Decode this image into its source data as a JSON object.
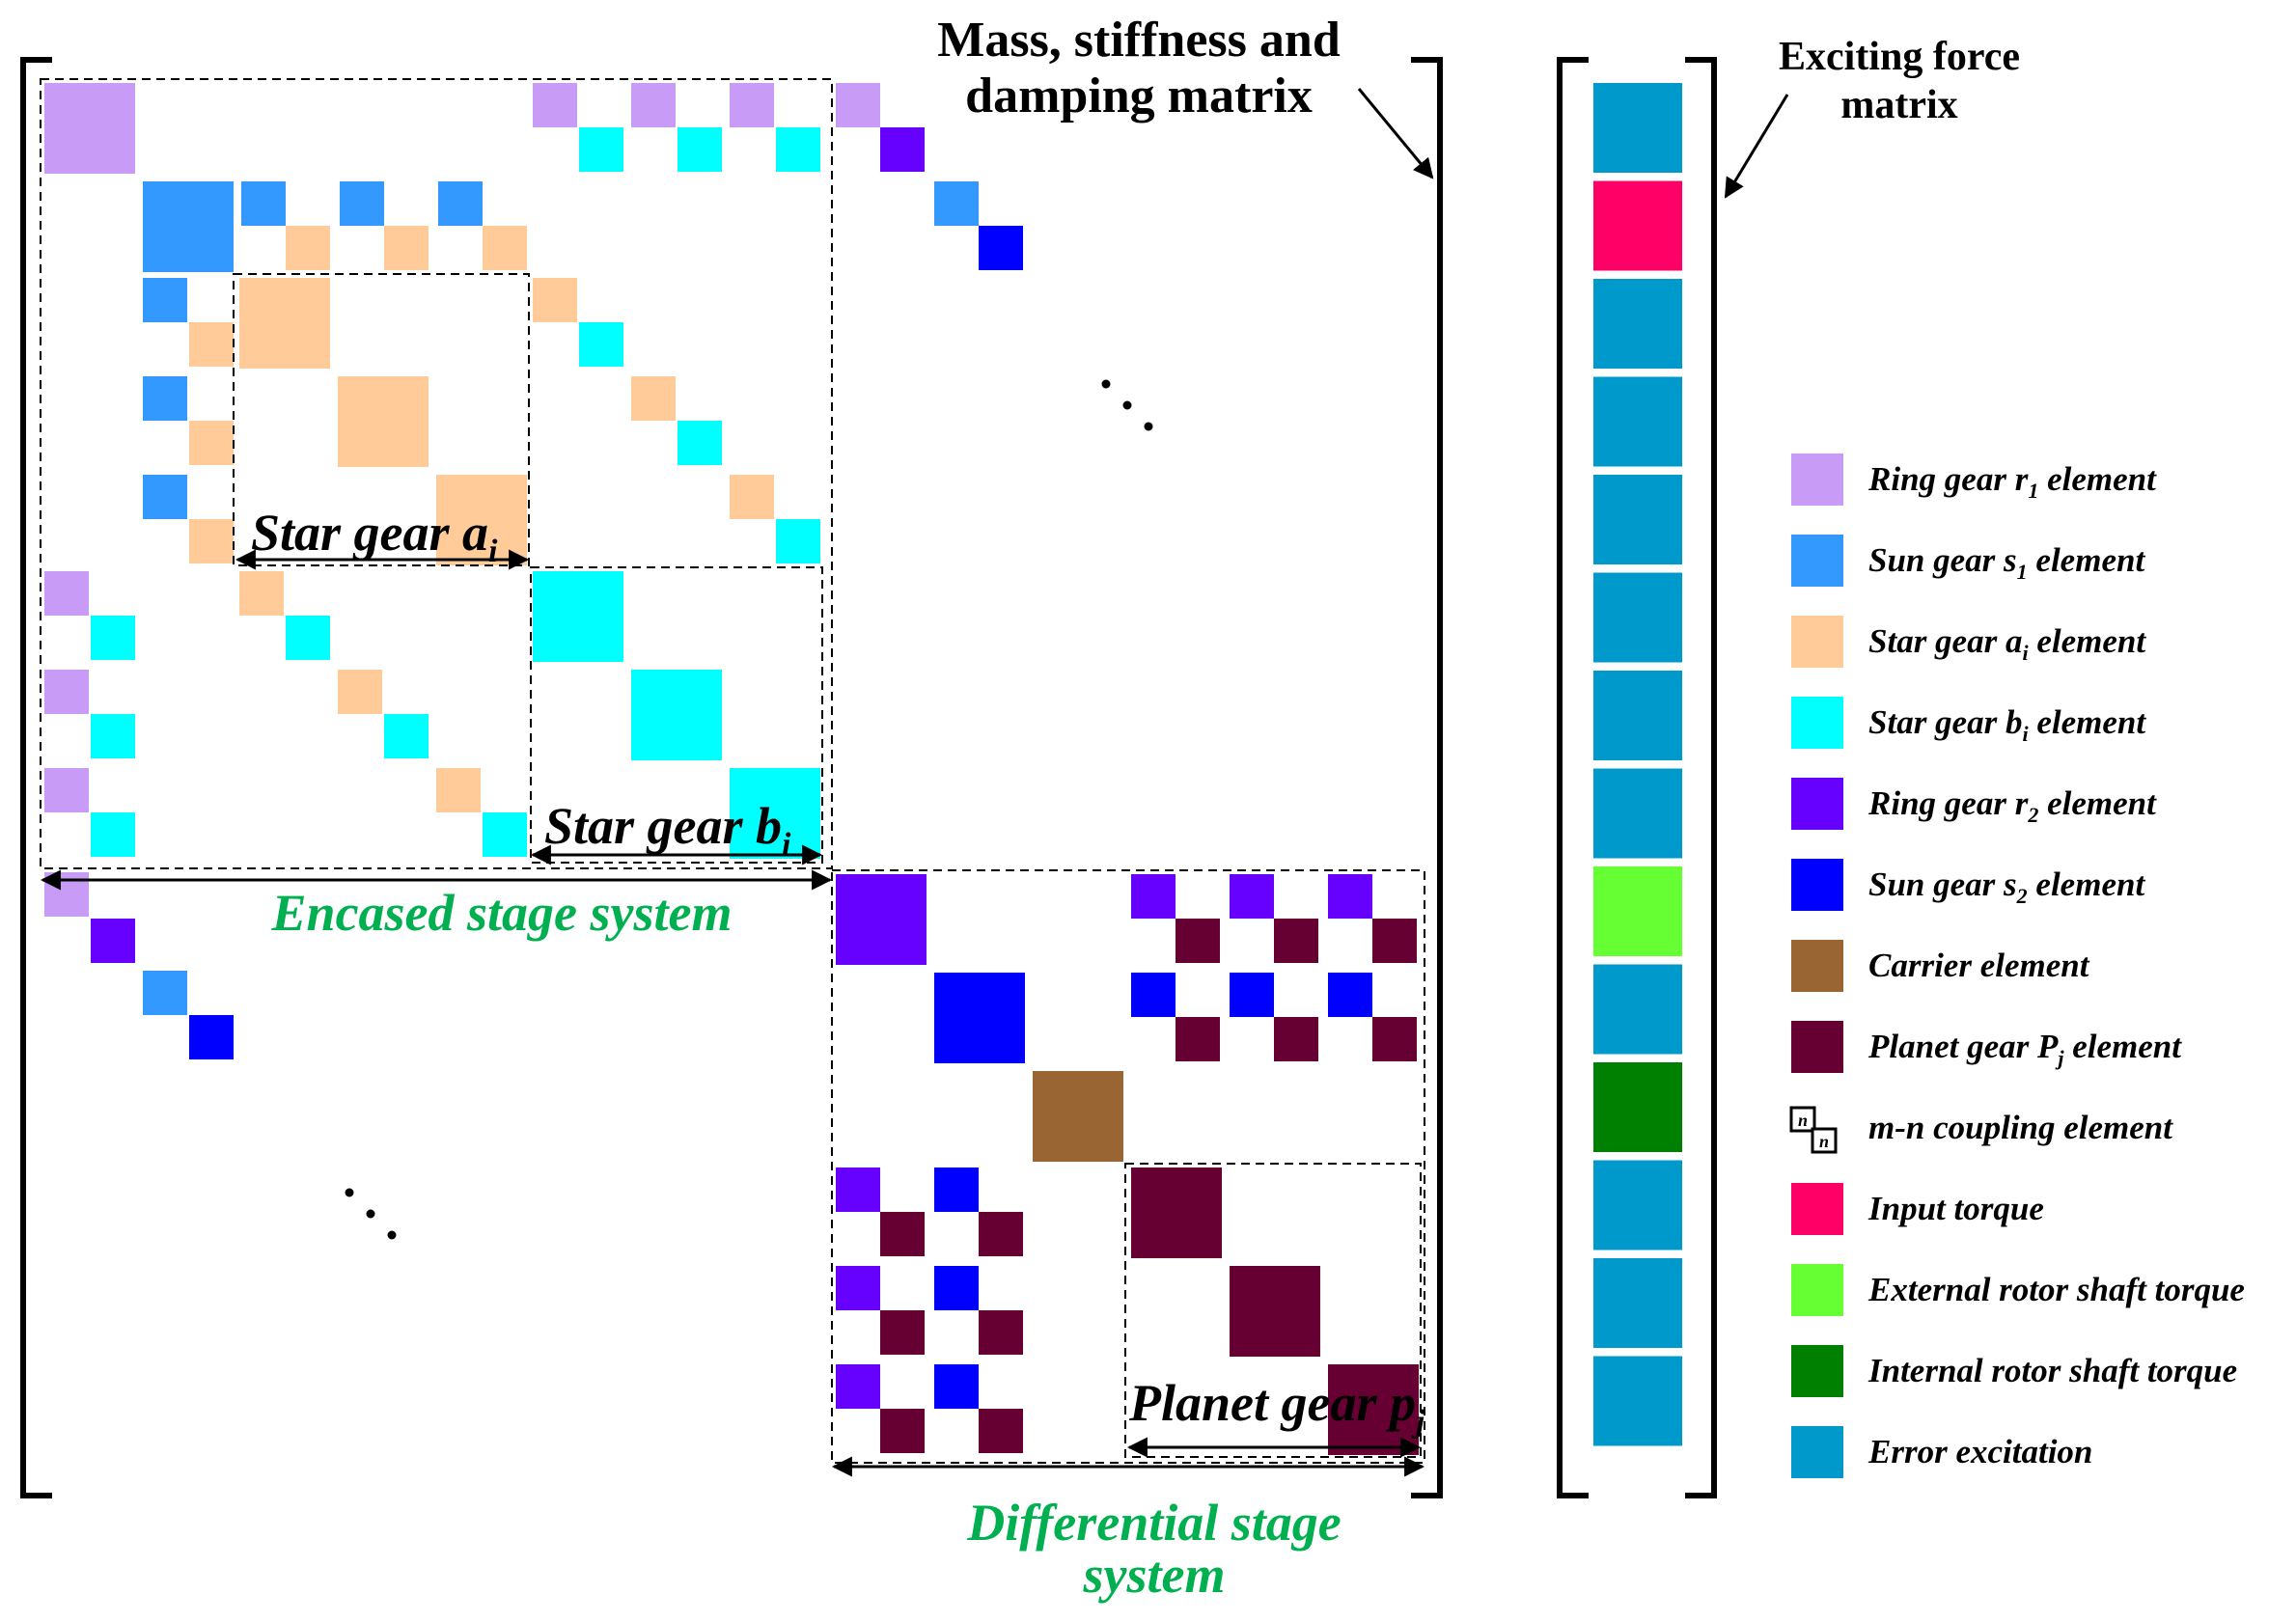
{
  "title": {
    "line1": "Mass, stiffness and",
    "line2": "damping matrix"
  },
  "force_title": {
    "line1": "Exciting force",
    "line2": "matrix"
  },
  "colors": {
    "ring1": "#C89BF7",
    "sun1": "#3399FF",
    "star_a": "#FFCC99",
    "star_b": "#00FFFF",
    "ring2": "#6600FF",
    "sun2": "#0000FF",
    "carrier": "#996633",
    "planet": "#660033",
    "input": "#FF0066",
    "ext": "#66FF33",
    "int": "#008000",
    "err": "#0099CC",
    "green_label": "#00B050"
  },
  "labels": {
    "star_a": {
      "text": "Star gear a",
      "sub": "i"
    },
    "star_b": {
      "text": "Star gear b",
      "sub": "i"
    },
    "planet": {
      "text": "Planet gear p",
      "sub": "j"
    },
    "encased": "Encased stage system",
    "differential_1": "Differential stage",
    "differential_2": "system",
    "ellipsis": "..."
  },
  "force_vector": [
    "err",
    "input",
    "err",
    "err",
    "err",
    "err",
    "err",
    "err",
    "ext",
    "err",
    "int",
    "err",
    "err",
    "err"
  ],
  "legend": [
    {
      "key": "ring1",
      "text": "Ring gear r",
      "sub": "1",
      "suffix": " element"
    },
    {
      "key": "sun1",
      "text": "Sun gear s",
      "sub": "1",
      "suffix": " element"
    },
    {
      "key": "star_a",
      "text": "Star gear a",
      "sub": "i",
      "suffix": " element"
    },
    {
      "key": "star_b",
      "text": "Star gear b",
      "sub": "i",
      "suffix": " element"
    },
    {
      "key": "ring2",
      "text": "Ring gear r",
      "sub": "2",
      "suffix": " element"
    },
    {
      "key": "sun2",
      "text": "Sun gear s",
      "sub": "2",
      "suffix": " element"
    },
    {
      "key": "carrier",
      "text": "Carrier element",
      "sub": "",
      "suffix": ""
    },
    {
      "key": "planet",
      "text": "Planet gear P",
      "sub": "j",
      "suffix": " element"
    },
    {
      "key": "coupling",
      "text": "m-n coupling element",
      "sub": "",
      "suffix": "",
      "glyph": "n"
    },
    {
      "key": "input",
      "text": "Input torque",
      "sub": "",
      "suffix": ""
    },
    {
      "key": "ext",
      "text": "External rotor shaft torque",
      "sub": "",
      "suffix": ""
    },
    {
      "key": "int",
      "text": "Internal rotor shaft torque",
      "sub": "",
      "suffix": ""
    },
    {
      "key": "err",
      "text": "Error excitation",
      "sub": "",
      "suffix": ""
    }
  ]
}
